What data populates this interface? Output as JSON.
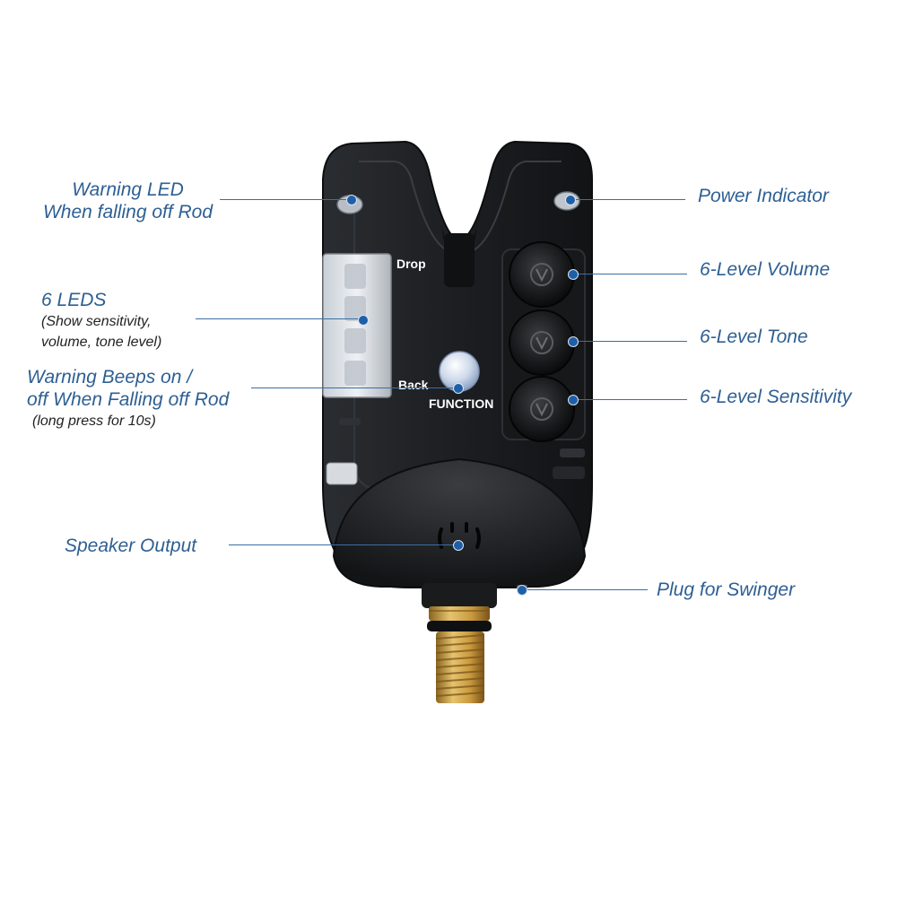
{
  "device": {
    "drop_label": "Drop",
    "back_label": "Back",
    "function_label": "FUNCTION"
  },
  "callouts": {
    "warning_led": [
      "Warning LED",
      "When falling off Rod"
    ],
    "six_leds_title": "6 LEDS",
    "six_leds_detail": [
      "(Show sensitivity,",
      "volume, tone level)"
    ],
    "warning_beeps": [
      "Warning Beeps on /",
      "off When Falling off Rod"
    ],
    "warning_beeps_detail": "(long press for 10s)",
    "speaker_output": "Speaker Output",
    "power_indicator": "Power Indicator",
    "level_volume": "6-Level Volume",
    "level_tone": "6-Level Tone",
    "level_sensitivity": "6-Level Sensitivity",
    "plug_for_swinger": "Plug for Swinger"
  },
  "colors": {
    "callout_text": "#2e5f93",
    "leader_line": "#3a6ea5",
    "marker_dot": "#1f5fa8",
    "device_body": "#1b1d20",
    "brass_thread": "#c9a04a"
  }
}
